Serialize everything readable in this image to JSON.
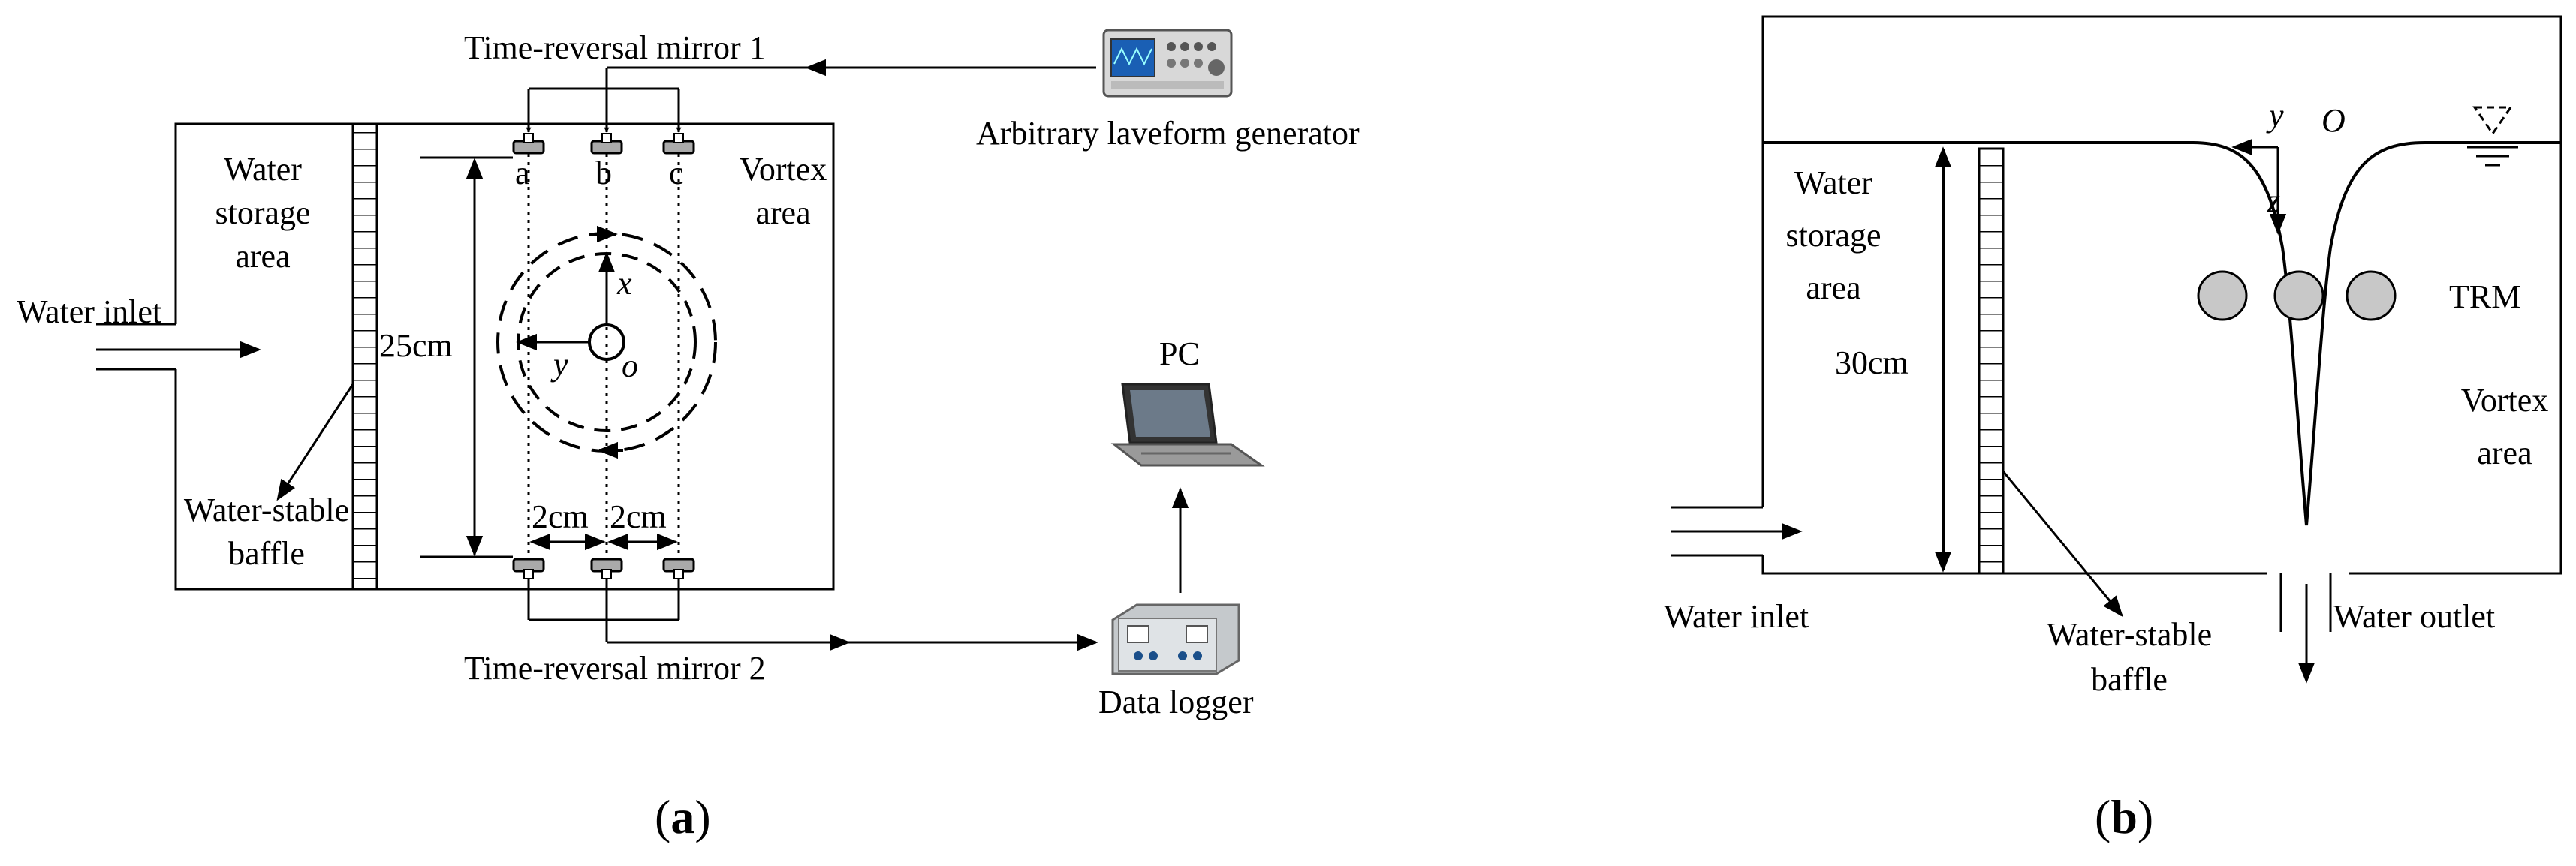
{
  "panel_a": {
    "caption_open": "(",
    "caption_letter": "a",
    "caption_close": ")",
    "mirror1": "Time-reversal mirror 1",
    "mirror2": "Time-reversal mirror 2",
    "generator": "Arbitrary laveform generator",
    "pc": "PC",
    "logger": "Data logger",
    "storage": [
      "Water",
      "storage",
      "area"
    ],
    "vortex": [
      "Vortex",
      "area"
    ],
    "inlet": "Water inlet",
    "baffle": [
      "Water-stable",
      "baffle"
    ],
    "transducers": [
      "a",
      "b",
      "c"
    ],
    "length": "25cm",
    "spacing": [
      "2cm",
      "2cm"
    ],
    "axis_x": "x",
    "axis_y": "y",
    "origin": "o"
  },
  "panel_b": {
    "caption_open": "(",
    "caption_letter": "b",
    "caption_close": ")",
    "axis_y": "y",
    "origin": "O",
    "axis_z": "z",
    "storage": [
      "Water",
      "storage",
      "area"
    ],
    "depth": "30cm",
    "trm": "TRM",
    "vortex": [
      "Vortex",
      "area"
    ],
    "inlet": "Water inlet",
    "baffle": [
      "Water-stable",
      "baffle"
    ],
    "outlet": "Water outlet"
  }
}
